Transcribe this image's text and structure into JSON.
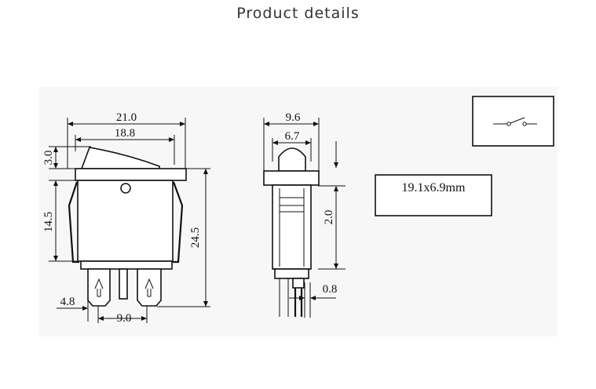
{
  "page": {
    "title": "Product details"
  },
  "drawing": {
    "front_view": {
      "overall_width": "21.0",
      "rocker_width": "18.8",
      "rocker_height": "3.0",
      "body_height": "14.5",
      "total_height": "24.5",
      "terminal_width": "4.8",
      "terminal_spacing": "9.0"
    },
    "side_view": {
      "flange_width": "9.6",
      "rocker_width": "6.7",
      "flange_thickness": "2.0",
      "terminal_thickness": "0.8"
    },
    "panel_cutout": "19.1x6.9mm",
    "symbol": "single-pole switch symbol"
  }
}
